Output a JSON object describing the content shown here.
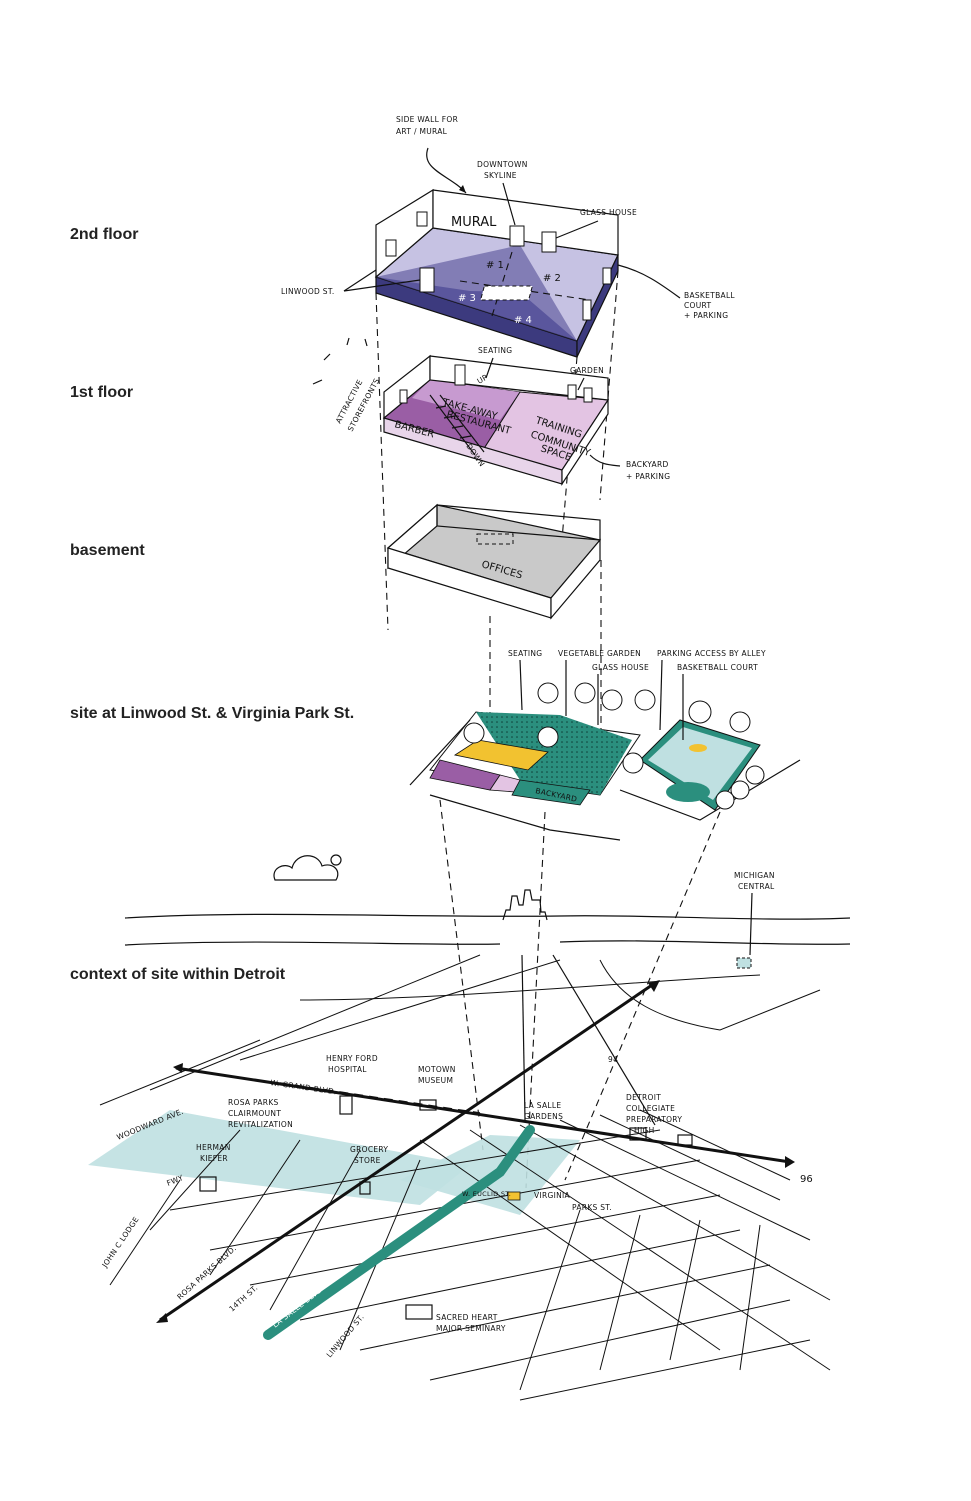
{
  "levels": {
    "floor2": "2nd floor",
    "floor1": "1st floor",
    "basement": "basement",
    "site": "site at Linwood St. & Virginia Park St.",
    "context": "context of site within Detroit"
  },
  "floor2": {
    "side_wall_1": "SIDE WALL FOR",
    "side_wall_2": "ART / MURAL",
    "skyline_1": "DOWNTOWN",
    "skyline_2": "SKYLINE",
    "glass_house": "GLASS HOUSE",
    "mural": "MURAL",
    "linwood": "LINWOOD ST.",
    "unit1": "# 1",
    "unit2": "# 2",
    "unit3": "# 3",
    "unit4": "# 4",
    "bball_1": "BASKETBALL",
    "bball_2": "COURT",
    "bball_3": "+ PARKING"
  },
  "floor1": {
    "attractive": "ATTRACTIVE",
    "storefronts": "STOREFRONTS",
    "seating": "SEATING",
    "up": "UP",
    "down": "DOWN",
    "garden": "GARDEN",
    "takeaway_1": "TAKE-AWAY",
    "takeaway_2": "RESTAURANT",
    "training_1": "TRAINING",
    "training_2": "COMMUNITY",
    "training_3": "SPACE",
    "barber": "BARBER",
    "backyard_1": "BACKYARD",
    "backyard_2": "+ PARKING"
  },
  "basement": {
    "offices": "OFFICES"
  },
  "site": {
    "seating": "SEATING",
    "veg_garden": "VEGETABLE GARDEN",
    "glass_house": "GLASS HOUSE",
    "parking_alley": "PARKING ACCESS BY ALLEY",
    "bball": "BASKETBALL COURT",
    "backyard": "BACKYARD"
  },
  "context": {
    "michigan_1": "MICHIGAN",
    "michigan_2": "CENTRAL",
    "hf_1": "HENRY FORD",
    "hf_2": "HOSPITAL",
    "motown_1": "MOTOWN",
    "motown_2": "MUSEUM",
    "grand": "W. GRAND BLVD.",
    "woodward": "WOODWARD AVE.",
    "rp_1": "ROSA PARKS",
    "rp_2": "CLAIRMOUNT",
    "rp_3": "REVITALIZATION",
    "hk_1": "HERMAN",
    "hk_2": "KIEFER",
    "grocery_1": "GROCERY",
    "grocery_2": "STORE",
    "fwy": "FWY",
    "lodge": "JOHN C LODGE",
    "rosa_blvd": "ROSA PARKS BLVD.",
    "fourteenth": "14TH ST.",
    "lasalle_blvd": "LA SALLE BLVD",
    "linwood": "LINWOOD ST.",
    "sh_1": "SACRED HEART",
    "sh_2": "MAJOR SEMINARY",
    "lsg_1": "LA SALLE",
    "lsg_2": "GARDENS",
    "euclid": "W. EUCLID ST.",
    "virginia_1": "VIRGINIA",
    "virginia_2": "PARKS ST.",
    "dc_1": "DETROIT",
    "dc_2": "COLLEGIATE",
    "dc_3": "PREPARATORY",
    "dc_4": "HIGH",
    "i94": "94",
    "i96": "96"
  },
  "colors": {
    "purple_dark": "#3c3a7e",
    "purple_light": "#c6c2e3",
    "magenta": "#9a5ea5",
    "pink": "#e3c4e3",
    "grey": "#c9c9c9",
    "teal": "#2b8f7e",
    "teal_light": "#bfe0e1",
    "yellow": "#f2c230"
  }
}
